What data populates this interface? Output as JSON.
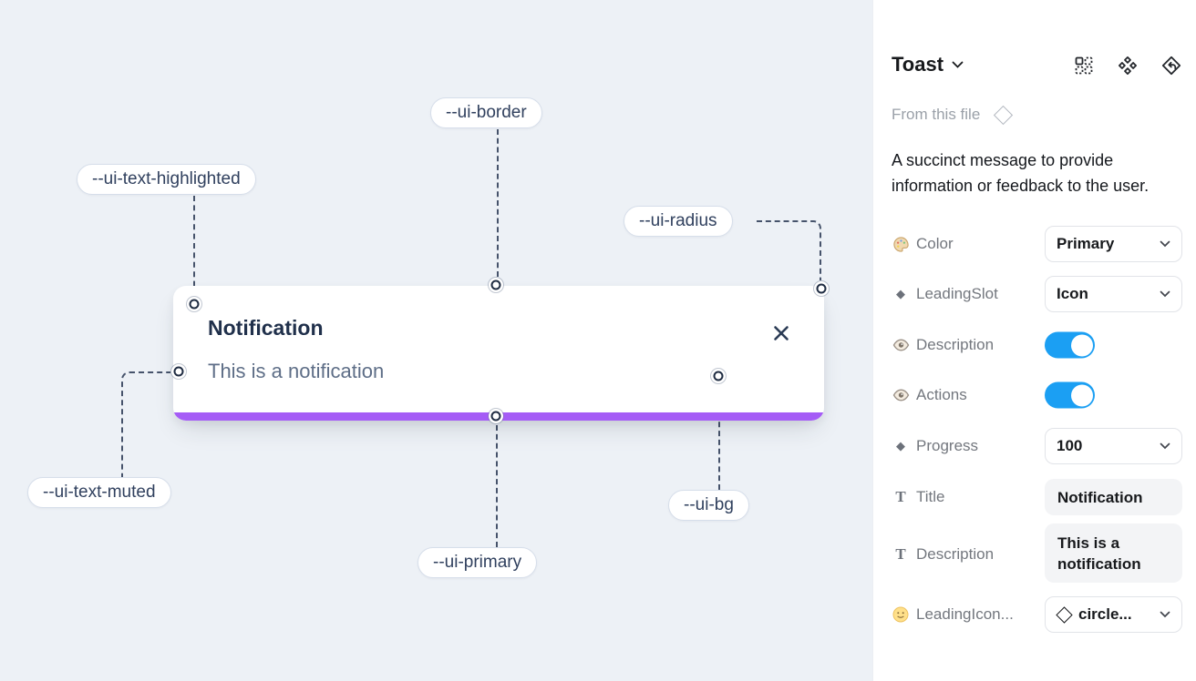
{
  "canvas": {
    "toast": {
      "title": "Notification",
      "description": "This is a notification",
      "progress_color": "#a55cf6"
    },
    "annotations": {
      "border": {
        "label": "--ui-border"
      },
      "highlighted": {
        "label": "--ui-text-highlighted"
      },
      "radius": {
        "label": "--ui-radius"
      },
      "muted": {
        "label": "--ui-text-muted"
      },
      "primary": {
        "label": "--ui-primary"
      },
      "bg": {
        "label": "--ui-bg"
      }
    }
  },
  "panel": {
    "title": "Toast",
    "source": "From this file",
    "description": "A succinct message to provide information or feedback to the user.",
    "properties": [
      {
        "label": "Color",
        "control": "dropdown",
        "value": "Primary"
      },
      {
        "label": "LeadingSlot",
        "control": "dropdown",
        "value": "Icon"
      },
      {
        "label": "Description",
        "control": "toggle",
        "value": "on"
      },
      {
        "label": "Actions",
        "control": "toggle",
        "value": "on"
      },
      {
        "label": "Progress",
        "control": "dropdown",
        "value": "100"
      },
      {
        "label": "Title",
        "control": "input",
        "value": "Notification"
      },
      {
        "label": "Description",
        "control": "input",
        "value": "This is a notification"
      },
      {
        "label": "LeadingIcon...",
        "control": "dropdown",
        "value": "circle..."
      }
    ],
    "colors": {
      "toggle_on": "#1b9ff3",
      "accent_purple": "#a55cf6",
      "toast_title": "#20304b",
      "toast_muted": "#5e6e87"
    }
  }
}
